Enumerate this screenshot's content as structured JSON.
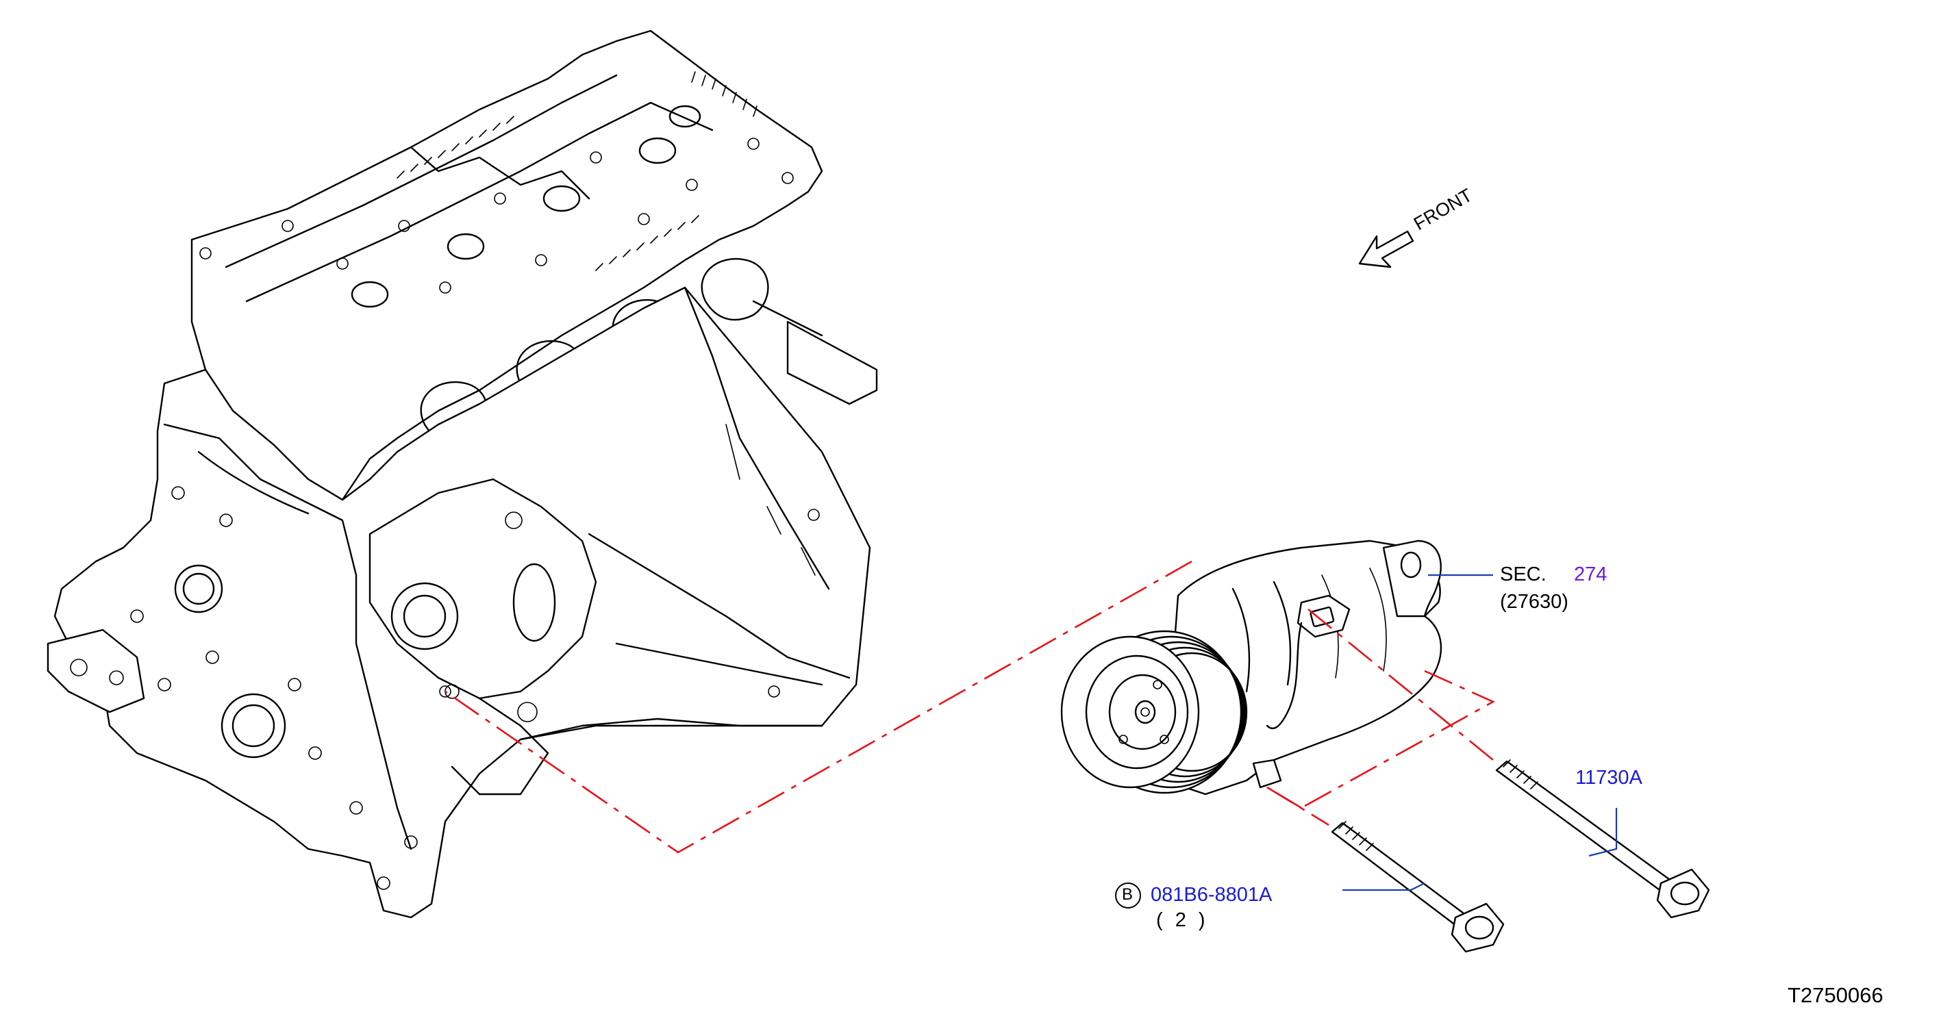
{
  "labels": {
    "front": "FRONT",
    "sec_prefix": "SEC.",
    "sec_number": "274",
    "sec_part": "(27630)",
    "part_bolt_long": "11730A",
    "bolt_short_marker": "B",
    "part_bolt_short": "081B6-8801A",
    "bolt_short_qty": "( 2 )",
    "figure_id": "T2750066"
  },
  "colors": {
    "line": "#000000",
    "callout_leader": "#1a3fb0",
    "part_number": "#1a1ad6",
    "section_link": "#6a1ae0",
    "mounting_path": "#e8141a"
  },
  "icons": [
    "front-arrow-icon",
    "circled-b-icon"
  ]
}
